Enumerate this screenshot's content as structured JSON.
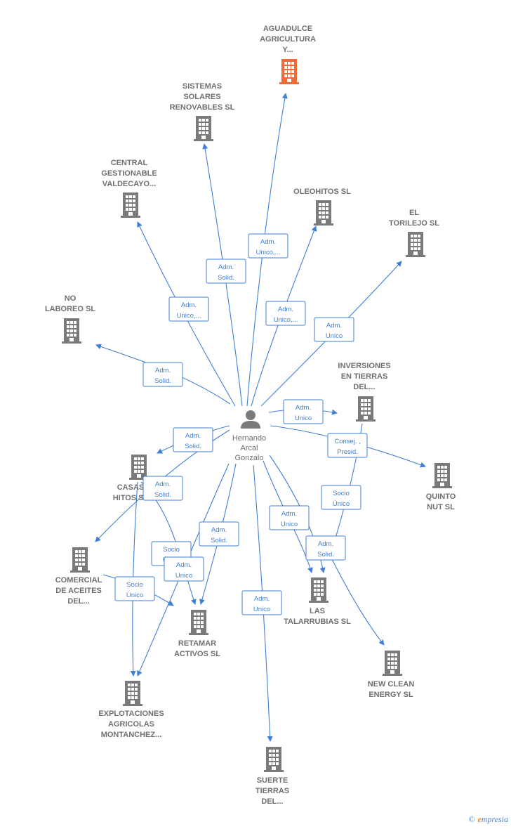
{
  "colors": {
    "edge": "#3f7fd6",
    "company_icon": "#7a7a7a",
    "company_icon_highlight": "#f06a35",
    "person_icon": "#7a7a7a",
    "label": "#6f6f6f"
  },
  "center": {
    "id": "hernando",
    "lines": [
      "Hernando",
      "Arcal",
      "Gonzalo"
    ]
  },
  "companies": [
    {
      "id": "aguadulce",
      "lines": [
        "AGUADULCE",
        "AGRICULTURA",
        "Y..."
      ],
      "highlight": true
    },
    {
      "id": "sistemas",
      "lines": [
        "SISTEMAS",
        "SOLARES",
        "RENOVABLES SL"
      ]
    },
    {
      "id": "central",
      "lines": [
        "CENTRAL",
        "GESTIONABLE",
        "VALDECAYO..."
      ]
    },
    {
      "id": "oleohitos",
      "lines": [
        "OLEOHITOS  SL"
      ]
    },
    {
      "id": "eltorilejo",
      "lines": [
        "EL",
        "TORILEJO  SL"
      ]
    },
    {
      "id": "nolaboreo",
      "lines": [
        "NO",
        "LABOREO  SL"
      ]
    },
    {
      "id": "inversiones",
      "lines": [
        "INVERSIONES",
        "EN TIERRAS",
        "DEL..."
      ]
    },
    {
      "id": "quinto",
      "lines": [
        "QUINTO",
        "NUT  SL"
      ]
    },
    {
      "id": "casas",
      "lines": [
        "CASAS",
        "HITOS  SL"
      ]
    },
    {
      "id": "comercial",
      "lines": [
        "COMERCIAL",
        "DE ACEITES",
        "DEL..."
      ]
    },
    {
      "id": "retamar",
      "lines": [
        "RETAMAR",
        "ACTIVOS SL"
      ]
    },
    {
      "id": "talarrubias",
      "lines": [
        "LAS",
        "TALARRUBIAS SL"
      ]
    },
    {
      "id": "newclean",
      "lines": [
        "NEW CLEAN",
        "ENERGY SL"
      ]
    },
    {
      "id": "explotaciones",
      "lines": [
        "EXPLOTACIONES",
        "AGRICOLAS",
        "MONTANCHEZ..."
      ]
    },
    {
      "id": "suerte",
      "lines": [
        "SUERTE",
        "TIERRAS",
        "DEL..."
      ]
    }
  ],
  "relations": [
    {
      "id": "r-aguadulce",
      "lines": [
        "Adm.",
        "Unico,..."
      ]
    },
    {
      "id": "r-sistemas",
      "lines": [
        "Adm.",
        "Solid."
      ]
    },
    {
      "id": "r-central",
      "lines": [
        "Adm.",
        "Unico,..."
      ]
    },
    {
      "id": "r-oleohitos",
      "lines": [
        "Adm.",
        "Unico,..."
      ]
    },
    {
      "id": "r-eltorilejo",
      "lines": [
        "Adm.",
        "Unico"
      ]
    },
    {
      "id": "r-nolaboreo",
      "lines": [
        "Adm.",
        "Solid."
      ]
    },
    {
      "id": "r-inversiones",
      "lines": [
        "Adm.",
        "Unico"
      ]
    },
    {
      "id": "r-quinto",
      "lines": [
        "Consej. ,",
        "Presid."
      ]
    },
    {
      "id": "r-casas",
      "lines": [
        "Adm.",
        "Solid."
      ]
    },
    {
      "id": "r-comercial",
      "lines": [
        "Adm.",
        "Solid."
      ]
    },
    {
      "id": "r-casas-socio",
      "lines": [
        "Socio",
        "Único"
      ]
    },
    {
      "id": "r-retamar-1",
      "lines": [
        "Adm.",
        "Solid."
      ]
    },
    {
      "id": "r-retamar-2",
      "lines": [
        "Adm.",
        "Unico"
      ]
    },
    {
      "id": "r-casas-expl",
      "lines": [
        "Socio",
        "Único"
      ]
    },
    {
      "id": "r-talar-1",
      "lines": [
        "Adm.",
        "Unico"
      ]
    },
    {
      "id": "r-talar-2",
      "lines": [
        "Adm.",
        "Solid."
      ]
    },
    {
      "id": "r-inv-socio",
      "lines": [
        "Socio",
        "Único"
      ]
    },
    {
      "id": "r-suerte",
      "lines": [
        "Adm.",
        "Unico"
      ]
    }
  ],
  "footer": {
    "copyright": "©",
    "brand_initial": "e",
    "brand_rest": "mpresia"
  }
}
